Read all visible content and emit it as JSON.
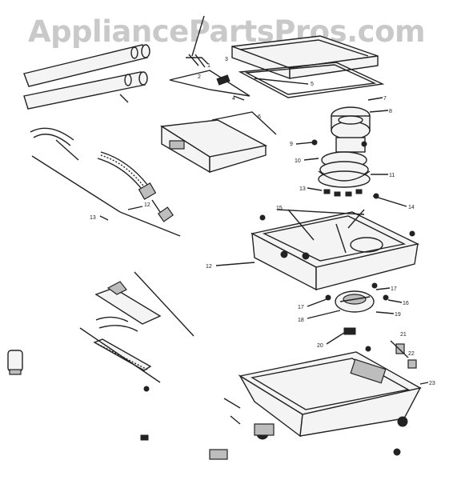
{
  "watermark": {
    "text": "AppliancePartsPros.com",
    "color": "#c9c9c9"
  },
  "callouts": {
    "c1": "1",
    "c2": "2",
    "c3": "3",
    "c4": "4",
    "c5": "5",
    "c6": "6",
    "c7": "7",
    "c8": "8",
    "c9": "9",
    "c10": "10",
    "c11": "11",
    "c12": "12",
    "c13": "13",
    "c14": "14",
    "c15": "15",
    "c16": "16",
    "c17": "17",
    "c18": "18",
    "c19": "19",
    "c20": "20",
    "c21": "21",
    "c22": "22",
    "c23": "23"
  }
}
